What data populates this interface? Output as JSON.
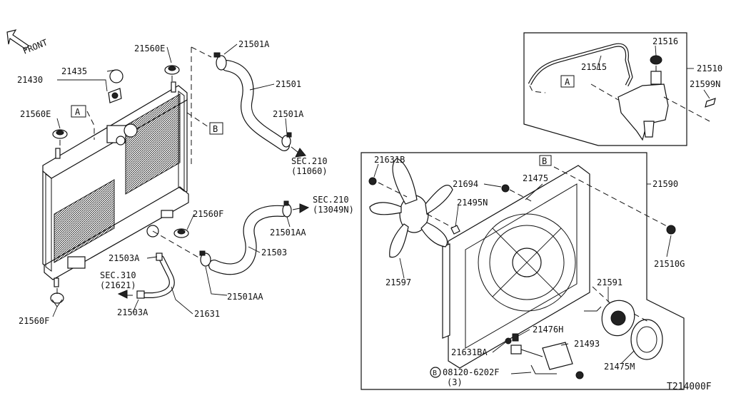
{
  "front_label": "FRONT",
  "ref_a": "A",
  "ref_b": "B",
  "section_refs": {
    "sec210_upper_code": "SEC.210",
    "sec210_upper_num": "(11060)",
    "sec210_lower_code": "SEC.210",
    "sec210_lower_num": "(13049N)",
    "sec310_code": "SEC.310",
    "sec310_num": "(21621)"
  },
  "bolt_callout": {
    "symbol": "B",
    "part": "08120-6202F",
    "qty": "(3)"
  },
  "parts": {
    "p21560E_top": "21560E",
    "p21435": "21435",
    "p21430": "21430",
    "p21560E_left": "21560E",
    "p21501A_top": "21501A",
    "p21501": "21501",
    "p21501A_mid": "21501A",
    "p21560F_mid": "21560F",
    "p21501AA_right": "21501AA",
    "p21503A_upper": "21503A",
    "p21503": "21503",
    "p21501AA_low": "21501AA",
    "p21503A_lower": "21503A",
    "p21631": "21631",
    "p21560F_bottom": "21560F",
    "p21516": "21516",
    "p21515": "21515",
    "p21510": "21510",
    "p21599N": "21599N",
    "p21590": "21590",
    "p21631B": "21631B",
    "p21694": "21694",
    "p21475": "21475",
    "p21495N": "21495N",
    "p21597": "21597",
    "p21510G": "21510G",
    "p21591": "21591",
    "p21476H": "21476H",
    "p21493": "21493",
    "p21631BA": "21631BA",
    "p21475M": "21475M"
  },
  "diagram_id": "T214000F"
}
